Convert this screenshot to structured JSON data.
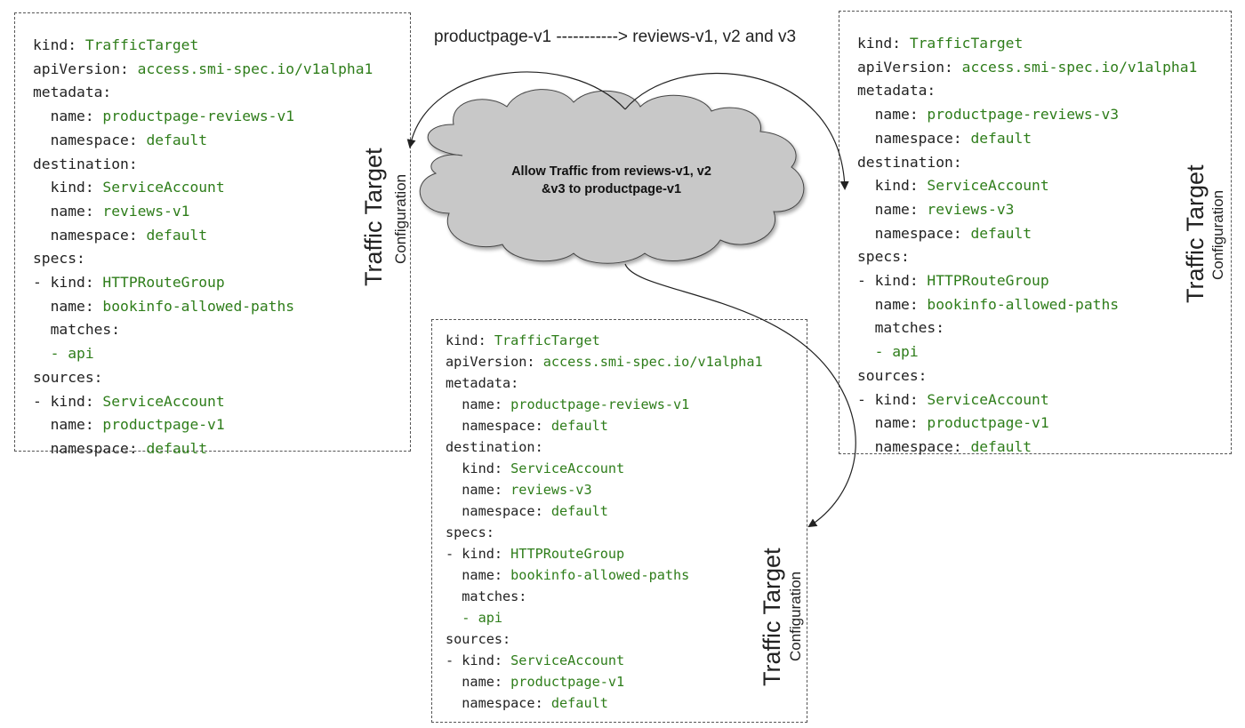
{
  "header": {
    "text": "productpage-v1 -----------> reviews-v1, v2 and v3"
  },
  "cloud": {
    "line1": "Allow Traffic from reviews-v1, v2",
    "line2": "&v3 to productpage-v1",
    "fill": "#c8c8c8"
  },
  "side_label": {
    "main": "Traffic Target",
    "sub": "Configuration"
  },
  "colors": {
    "key": "#222222",
    "value": "#2e7d1a"
  },
  "panels": {
    "left": {
      "lines": [
        {
          "key": "kind: ",
          "value": "TrafficTarget"
        },
        {
          "key": "apiVersion: ",
          "value": "access.smi-spec.io/v1alpha1"
        },
        {
          "key": "metadata:",
          "value": ""
        },
        {
          "key": "  name: ",
          "value": "productpage-reviews-v1"
        },
        {
          "key": "  namespace: ",
          "value": "default"
        },
        {
          "key": "destination:",
          "value": ""
        },
        {
          "key": "  kind: ",
          "value": "ServiceAccount"
        },
        {
          "key": "  name: ",
          "value": "reviews-v1"
        },
        {
          "key": "  namespace: ",
          "value": "default"
        },
        {
          "key": "specs:",
          "value": ""
        },
        {
          "key": "- kind: ",
          "value": "HTTPRouteGroup"
        },
        {
          "key": "  name: ",
          "value": "bookinfo-allowed-paths"
        },
        {
          "key": "  matches:",
          "value": ""
        },
        {
          "key": "  ",
          "value": "- api"
        },
        {
          "key": "sources:",
          "value": ""
        },
        {
          "key": "- kind: ",
          "value": "ServiceAccount"
        },
        {
          "key": "  name: ",
          "value": "productpage-v1"
        },
        {
          "key": "  namespace: ",
          "value": "default"
        }
      ]
    },
    "right": {
      "lines": [
        {
          "key": "kind: ",
          "value": "TrafficTarget"
        },
        {
          "key": "apiVersion: ",
          "value": "access.smi-spec.io/v1alpha1"
        },
        {
          "key": "metadata:",
          "value": ""
        },
        {
          "key": "  name: ",
          "value": "productpage-reviews-v3"
        },
        {
          "key": "  namespace: ",
          "value": "default"
        },
        {
          "key": "destination:",
          "value": ""
        },
        {
          "key": "  kind: ",
          "value": "ServiceAccount"
        },
        {
          "key": "  name: ",
          "value": "reviews-v3"
        },
        {
          "key": "  namespace: ",
          "value": "default"
        },
        {
          "key": "specs:",
          "value": ""
        },
        {
          "key": "- kind: ",
          "value": "HTTPRouteGroup"
        },
        {
          "key": "  name: ",
          "value": "bookinfo-allowed-paths"
        },
        {
          "key": "  matches:",
          "value": ""
        },
        {
          "key": "  ",
          "value": "- api"
        },
        {
          "key": "sources:",
          "value": ""
        },
        {
          "key": "- kind: ",
          "value": "ServiceAccount"
        },
        {
          "key": "  name: ",
          "value": "productpage-v1"
        },
        {
          "key": "  namespace: ",
          "value": "default"
        }
      ]
    },
    "bottom": {
      "lines": [
        {
          "key": "kind: ",
          "value": "TrafficTarget"
        },
        {
          "key": "apiVersion: ",
          "value": "access.smi-spec.io/v1alpha1"
        },
        {
          "key": "metadata:",
          "value": ""
        },
        {
          "key": "  name: ",
          "value": "productpage-reviews-v1"
        },
        {
          "key": "  namespace: ",
          "value": "default"
        },
        {
          "key": "destination:",
          "value": ""
        },
        {
          "key": "  kind: ",
          "value": "ServiceAccount"
        },
        {
          "key": "  name: ",
          "value": "reviews-v3"
        },
        {
          "key": "  namespace: ",
          "value": "default"
        },
        {
          "key": "specs:",
          "value": ""
        },
        {
          "key": "- kind: ",
          "value": "HTTPRouteGroup"
        },
        {
          "key": "  name: ",
          "value": "bookinfo-allowed-paths"
        },
        {
          "key": "  matches:",
          "value": ""
        },
        {
          "key": "  ",
          "value": "- api"
        },
        {
          "key": "sources:",
          "value": ""
        },
        {
          "key": "- kind: ",
          "value": "ServiceAccount"
        },
        {
          "key": "  name: ",
          "value": "productpage-v1"
        },
        {
          "key": "  namespace: ",
          "value": "default"
        }
      ]
    }
  }
}
